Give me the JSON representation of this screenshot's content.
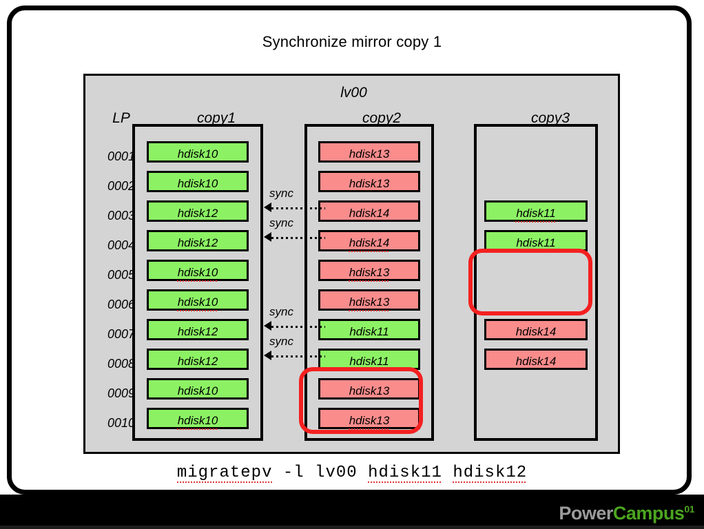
{
  "slide": {
    "title": "Synchronize mirror copy 1",
    "command": {
      "parts": [
        {
          "text": "migratepv",
          "squiggle": true
        },
        {
          "text": " -l lv00 ",
          "squiggle": false
        },
        {
          "text": "hdisk11",
          "squiggle": true
        },
        {
          "text": " ",
          "squiggle": false
        },
        {
          "text": "hdisk12",
          "squiggle": true
        }
      ],
      "full": "migratepv -l lv00 hdisk11 hdisk12"
    }
  },
  "diagram": {
    "lv_label": "lv00",
    "headers": {
      "lp": "LP",
      "copy1": "copy1",
      "copy2": "copy2",
      "copy3": "copy3"
    },
    "lp_numbers": [
      "0001",
      "0002",
      "0003",
      "0004",
      "0005",
      "0006",
      "0007",
      "0008",
      "0009",
      "0010"
    ],
    "copy1": [
      {
        "label": "hdisk10",
        "color": "green",
        "squiggle": false
      },
      {
        "label": "hdisk10",
        "color": "green",
        "squiggle": false
      },
      {
        "label": "hdisk12",
        "color": "green",
        "squiggle": false
      },
      {
        "label": "hdisk12",
        "color": "green",
        "squiggle": false
      },
      {
        "label": "hdisk10",
        "color": "green",
        "squiggle": true
      },
      {
        "label": "hdisk10",
        "color": "green",
        "squiggle": true
      },
      {
        "label": "hdisk12",
        "color": "green",
        "squiggle": false
      },
      {
        "label": "hdisk12",
        "color": "green",
        "squiggle": false
      },
      {
        "label": "hdisk10",
        "color": "green",
        "squiggle": false
      },
      {
        "label": "hdisk10",
        "color": "green",
        "squiggle": true
      }
    ],
    "copy2": [
      {
        "label": "hdisk13",
        "color": "red",
        "squiggle": false
      },
      {
        "label": "hdisk13",
        "color": "red",
        "squiggle": false
      },
      {
        "label": "hdisk14",
        "color": "red",
        "squiggle": false
      },
      {
        "label": "hdisk14",
        "color": "red",
        "squiggle": true
      },
      {
        "label": "hdisk13",
        "color": "red",
        "squiggle": true
      },
      {
        "label": "hdisk13",
        "color": "red",
        "squiggle": true
      },
      {
        "label": "hdisk11",
        "color": "green",
        "squiggle": false
      },
      {
        "label": "hdisk11",
        "color": "green",
        "squiggle": false
      },
      {
        "label": "hdisk13",
        "color": "red",
        "squiggle": false
      },
      {
        "label": "hdisk13",
        "color": "red",
        "squiggle": true
      }
    ],
    "copy3": [
      {
        "label": "",
        "color": "empty",
        "squiggle": false
      },
      {
        "label": "",
        "color": "empty",
        "squiggle": false
      },
      {
        "label": "hdisk11",
        "color": "green",
        "squiggle": true
      },
      {
        "label": "hdisk11",
        "color": "green",
        "squiggle": true
      },
      {
        "label": "",
        "color": "empty",
        "squiggle": false
      },
      {
        "label": "",
        "color": "empty",
        "squiggle": false
      },
      {
        "label": "hdisk14",
        "color": "red",
        "squiggle": false
      },
      {
        "label": "hdisk14",
        "color": "red",
        "squiggle": false
      },
      {
        "label": "",
        "color": "empty",
        "squiggle": false
      },
      {
        "label": "",
        "color": "empty",
        "squiggle": false
      }
    ],
    "sync_labels": [
      "sync",
      "sync",
      "sync",
      "sync"
    ],
    "highlight_rings": [
      {
        "column": "copy2",
        "rows": [
          7,
          8
        ],
        "color": "#f42020"
      },
      {
        "column": "copy3",
        "rows": [
          3,
          4
        ],
        "color": "#f42020"
      }
    ]
  },
  "colors": {
    "green": "#8cf264",
    "red": "#fa8c8c",
    "panel": "#d4d4d4",
    "highlight": "#f42020",
    "squiggle": "#e03030"
  },
  "branding": {
    "power": "Power",
    "campus": "Campus",
    "superscript": "01"
  }
}
